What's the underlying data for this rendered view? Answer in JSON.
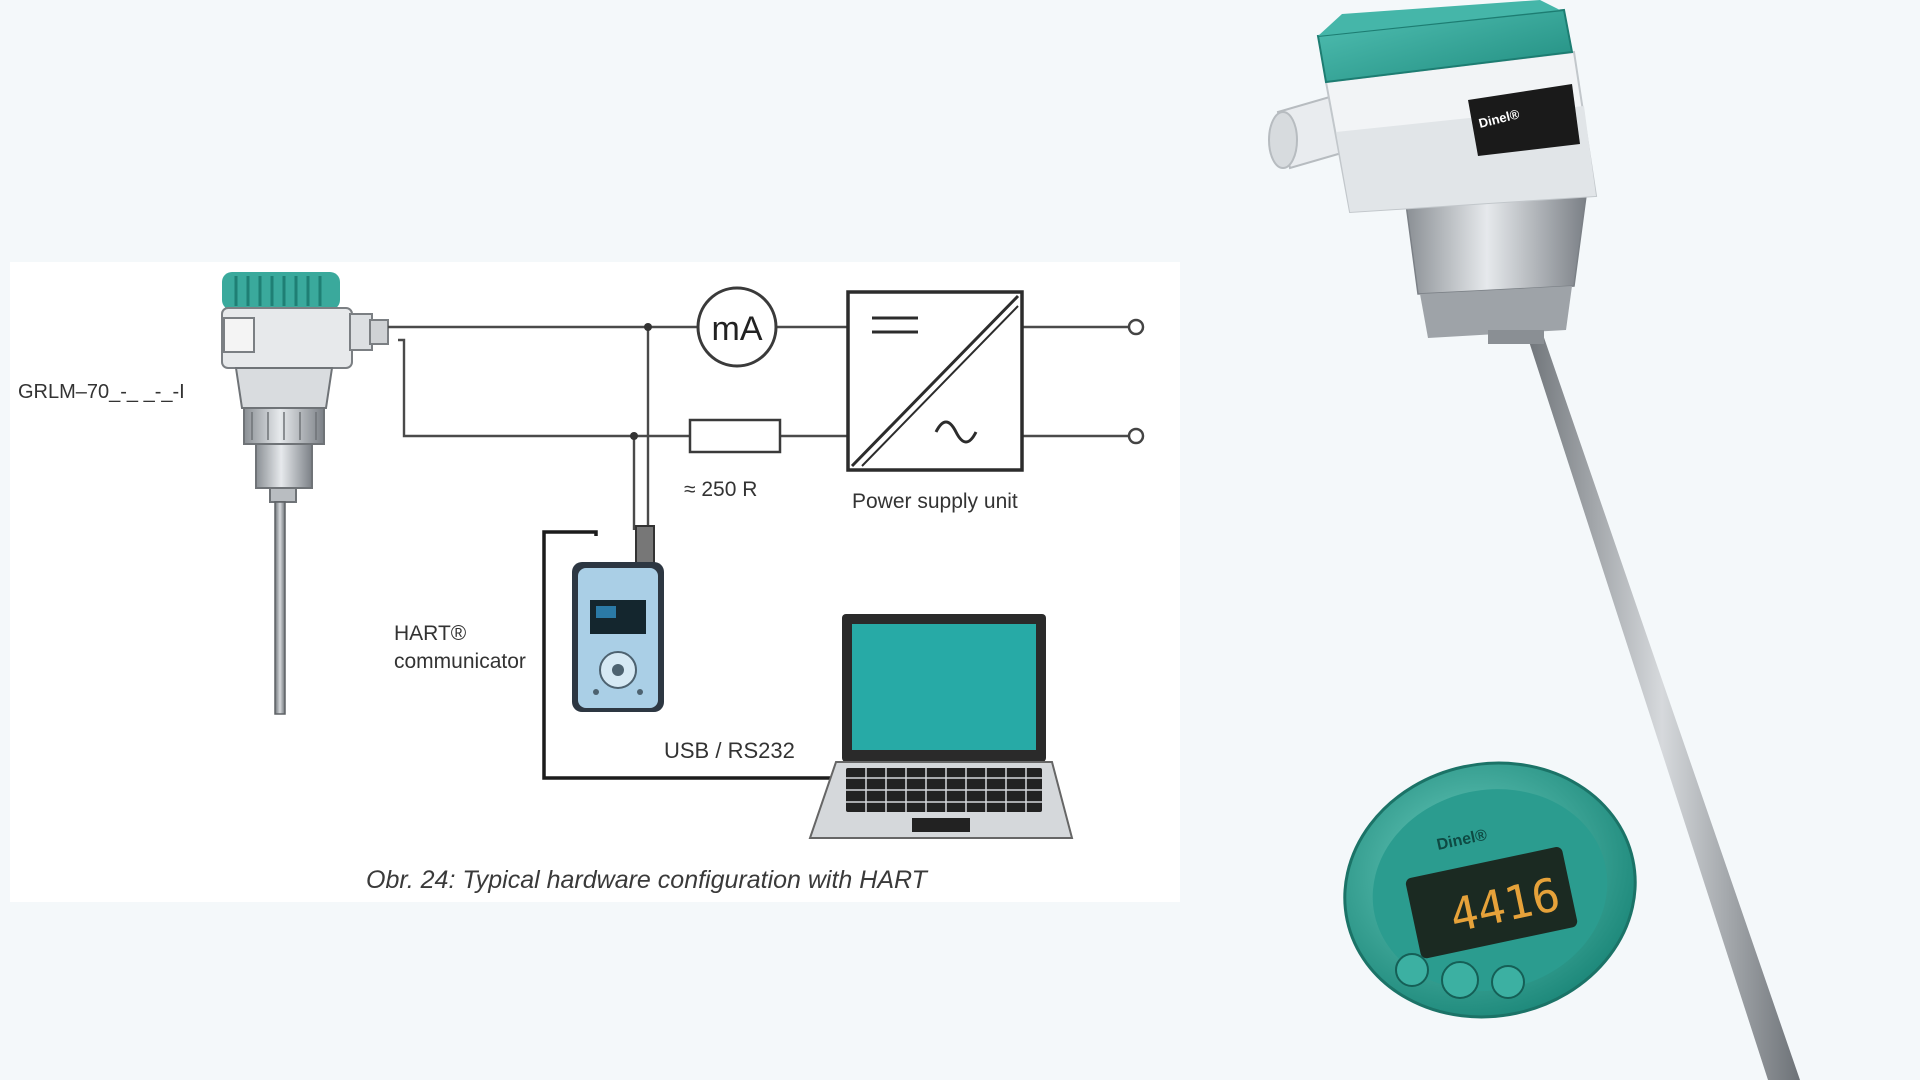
{
  "diagram": {
    "device_label": "GRLM–70_-_ _-_-I",
    "meter_label": "mA",
    "resistor_label": "≈ 250 R",
    "psu_label": "Power supply unit",
    "communicator_label_line1": "HART®",
    "communicator_label_line2": "communicator",
    "usb_label": "USB / RS232",
    "caption": "Obr. 24: Typical hardware configuration with HART"
  },
  "photo": {
    "brand": "Dinel®",
    "display_brand": "Dinel®",
    "display_value": "4416"
  },
  "colors": {
    "teal": "#35a69a",
    "teal_dark": "#1d7d72",
    "screen": "#27aaa6",
    "background": "#f4f8fa",
    "panel": "#ffffff"
  },
  "icons": [
    "level-sensor-icon",
    "ammeter-icon",
    "resistor-icon",
    "power-supply-icon",
    "hart-communicator-icon",
    "laptop-icon",
    "terminal-icon"
  ]
}
